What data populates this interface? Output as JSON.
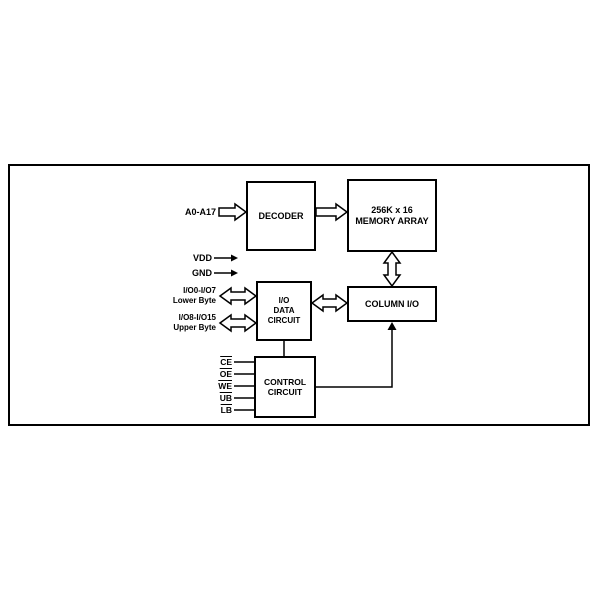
{
  "diagram": {
    "address_label": "A0-A17",
    "power": {
      "vdd": "VDD",
      "gnd": "GND"
    },
    "io_lower": {
      "line1": "I/O0-I/O7",
      "line2": "Lower Byte"
    },
    "io_upper": {
      "line1": "I/O8-I/O15",
      "line2": "Upper Byte"
    },
    "control_signals": [
      "CE",
      "OE",
      "WE",
      "UB",
      "LB"
    ],
    "boxes": {
      "decoder": "DECODER",
      "memory_line1": "256K x 16",
      "memory_line2": "MEMORY ARRAY",
      "column_io": "COLUMN I/O",
      "io_data_line1": "I/O",
      "io_data_line2": "DATA",
      "io_data_line3": "CIRCUIT",
      "control_line1": "CONTROL",
      "control_line2": "CIRCUIT"
    }
  }
}
